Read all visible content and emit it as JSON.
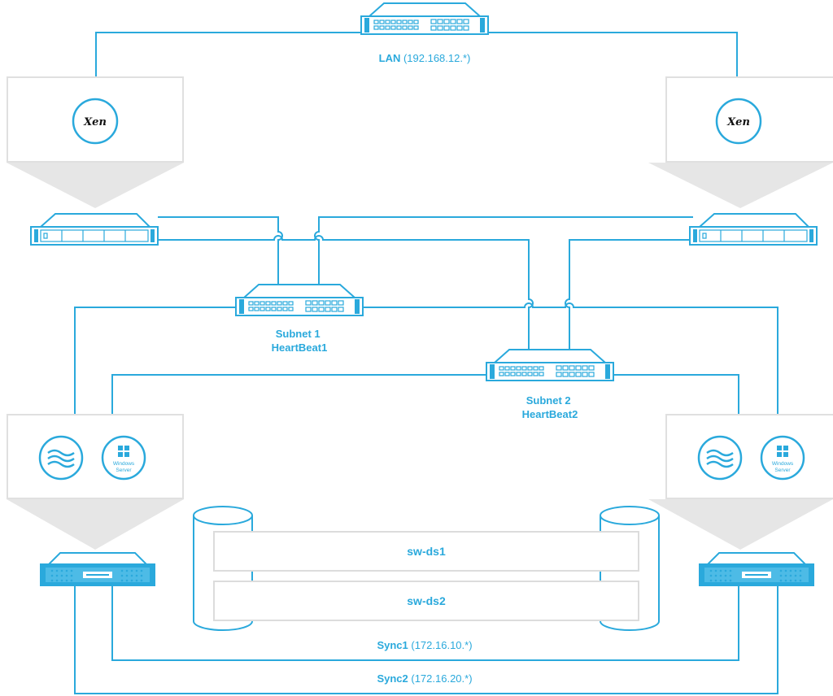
{
  "colors": {
    "accent": "#2aa9dc",
    "panel": "#e6e6e6",
    "panel_border": "#d9d9d9",
    "device_dark": "#1e2a4a"
  },
  "labels": {
    "lan_bold": "LAN",
    "lan_ip": " (192.168.12.*)",
    "subnet1_line1": "Subnet 1",
    "subnet1_line2": "HeartBeat1",
    "subnet2_line1": "Subnet 2",
    "subnet2_line2": "HeartBeat2",
    "sync1_bold": "Sync1",
    "sync1_ip": " (172.16.10.*)",
    "sync2_bold": "Sync2",
    "sync2_ip": " (172.16.20.*)"
  },
  "datastores": [
    {
      "name": "sw-ds1"
    },
    {
      "name": "sw-ds2"
    }
  ],
  "icons": {
    "xen_text": "Xen",
    "windows_line1": "Windows",
    "windows_line2": "Server"
  }
}
